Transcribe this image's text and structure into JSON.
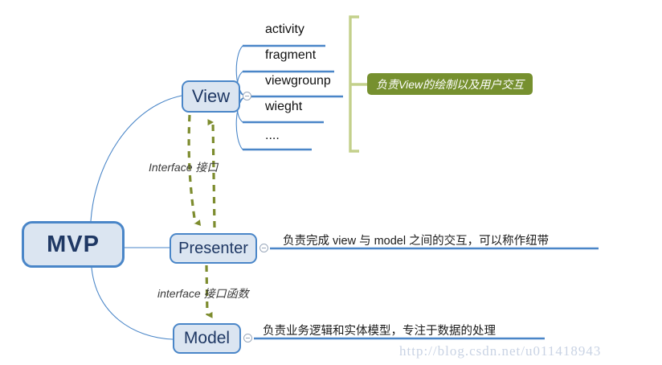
{
  "diagram": {
    "root": {
      "label": "MVP"
    },
    "nodes": {
      "view": {
        "label": "View"
      },
      "presenter": {
        "label": "Presenter"
      },
      "model": {
        "label": "Model"
      }
    },
    "view_children": [
      {
        "label": "activity"
      },
      {
        "label": "fragment"
      },
      {
        "label": "viewgrounp"
      },
      {
        "label": "wieght"
      },
      {
        "label": "...."
      }
    ],
    "callout_view": "负责View的绘制以及用户交互",
    "annotations": {
      "presenter": "负责完成 view 与 model 之间的交互，可以称作纽带",
      "model": "负责业务逻辑和实体模型，专注于数据的处理"
    },
    "relations": {
      "view_presenter": "Interface 接口",
      "presenter_model": "interface 接口函数"
    },
    "watermark": "http://blog.csdn.net/u011418943",
    "colors": {
      "node_fill": "#dbe5f1",
      "node_border": "#4a86c8",
      "node_text": "#1f3864",
      "branch_line": "#4a86c8",
      "underline": "#4a86c8",
      "callout_green": "#76902f",
      "bracket_green": "#c3d08b",
      "dashed_arrow": "#7d8c2e",
      "watermark": "#c9d3e4"
    }
  }
}
